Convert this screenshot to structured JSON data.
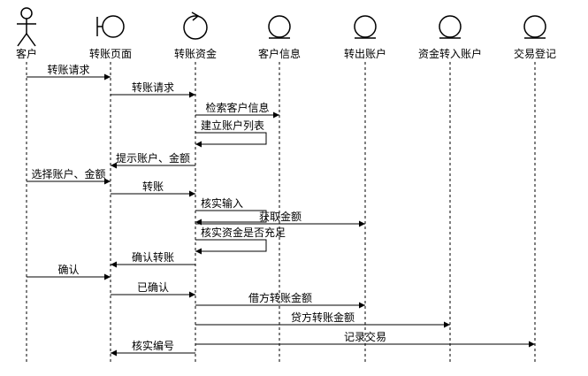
{
  "participants": [
    {
      "id": "p0",
      "label": "客户",
      "kind": "actor"
    },
    {
      "id": "p1",
      "label": "转账页面",
      "kind": "boundary"
    },
    {
      "id": "p2",
      "label": "转账资金",
      "kind": "control"
    },
    {
      "id": "p3",
      "label": "客户信息",
      "kind": "entity"
    },
    {
      "id": "p4",
      "label": "转出账户",
      "kind": "entity"
    },
    {
      "id": "p5",
      "label": "资金转入账户",
      "kind": "entity"
    },
    {
      "id": "p6",
      "label": "交易登记",
      "kind": "entity"
    }
  ],
  "messages": [
    {
      "from": 0,
      "to": 1,
      "label": "转账请求"
    },
    {
      "from": 1,
      "to": 2,
      "label": "转账请求"
    },
    {
      "from": 2,
      "to": 3,
      "label": "检索客户信息"
    },
    {
      "from": 2,
      "to": 2,
      "label": "建立账户列表"
    },
    {
      "from": 2,
      "to": 1,
      "label": "提示账户、金额"
    },
    {
      "from": 0,
      "to": 1,
      "label": "选择账户、金额"
    },
    {
      "from": 1,
      "to": 2,
      "label": "转账"
    },
    {
      "from": 2,
      "to": 2,
      "label": "核实输入"
    },
    {
      "from": 2,
      "to": 4,
      "label": "获取金额"
    },
    {
      "from": 2,
      "to": 2,
      "label": "核实资金是否充足"
    },
    {
      "from": 2,
      "to": 1,
      "label": "确认转账"
    },
    {
      "from": 0,
      "to": 1,
      "label": "确认"
    },
    {
      "from": 1,
      "to": 2,
      "label": "已确认"
    },
    {
      "from": 2,
      "to": 4,
      "label": "借方转账金额"
    },
    {
      "from": 2,
      "to": 5,
      "label": "贷方转账金额"
    },
    {
      "from": 2,
      "to": 6,
      "label": "记录交易"
    },
    {
      "from": 2,
      "to": 1,
      "label": "核实编号"
    }
  ]
}
